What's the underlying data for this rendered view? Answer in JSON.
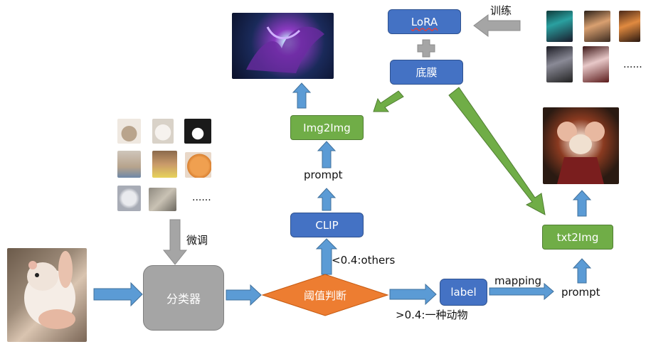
{
  "nodes": {
    "lora": "LoRA",
    "base_model": "底膜",
    "img2img": "Img2Img",
    "clip": "CLIP",
    "classifier": "分类器",
    "threshold": "阈值判断",
    "label": "label",
    "txt2img": "txt2Img"
  },
  "edge_labels": {
    "train": "训练",
    "finetune": "微调",
    "prompt_left": "prompt",
    "prompt_right": "prompt",
    "low_conf": "<0.4:others",
    "high_conf": ">0.4:一种动物",
    "mapping": "mapping"
  },
  "ellipsis_train": "......",
  "ellipsis_finetune": "......",
  "colors": {
    "blue_node": "#4472c4",
    "green_node": "#70ad47",
    "gray_node": "#a5a5a5",
    "orange_diamond": "#ed7d31",
    "blue_arrow": "#5b9bd5",
    "green_arrow": "#70ad47",
    "gray_arrow": "#a5a5a5"
  }
}
